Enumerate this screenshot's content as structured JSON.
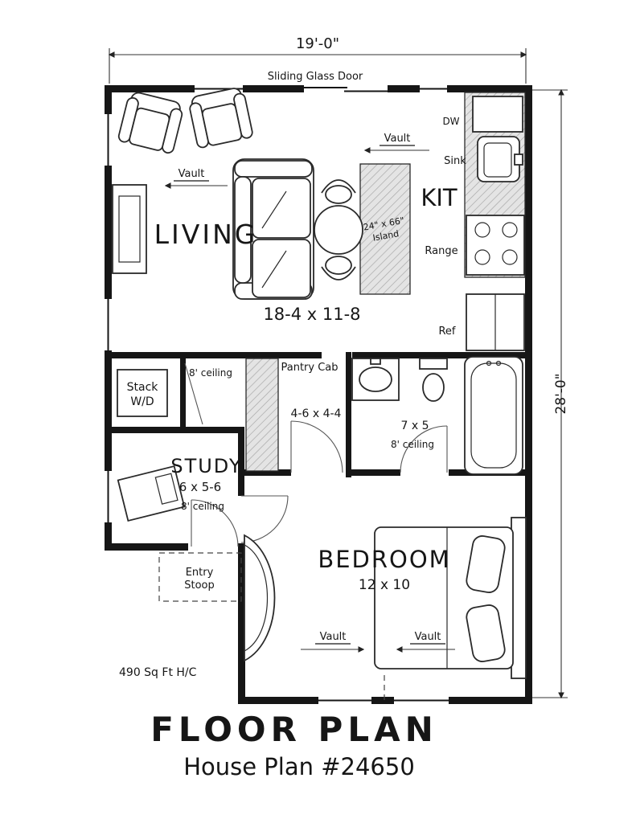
{
  "page": {
    "background": "#ffffff",
    "ink": "#161616",
    "hatch_fill": "#e4e4e4"
  },
  "titles": {
    "main": "FLOOR PLAN",
    "subtitle": "House Plan #24650",
    "area_note": "490 Sq Ft H/C"
  },
  "dimensions": {
    "overall_width": "19'-0\"",
    "overall_depth": "28'-0\""
  },
  "labels": {
    "sliding_glass_door": "Sliding Glass Door",
    "vault": "Vault",
    "living_name": "LIVING",
    "living_size": "18-4 x 11-8",
    "kitchen_name": "KIT",
    "island_size": "24\" x 66\"",
    "island_word": "Island",
    "dw": "DW",
    "sink": "Sink",
    "range": "Range",
    "ref": "Ref",
    "stack_line1": "Stack",
    "stack_line2": "W/D",
    "wd_ceiling": "8' ceiling",
    "pantry": "Pantry Cab",
    "hall_size": "4-6 x 4-4",
    "bath_size": "7 x 5",
    "bath_ceiling": "8' ceiling",
    "study_name": "STUDY",
    "study_size": "6 x 5-6",
    "study_ceiling": "8' ceiling",
    "entry_line1": "Entry",
    "entry_line2": "Stoop",
    "bedroom_name": "BEDROOM",
    "bedroom_size": "12 x 10"
  }
}
